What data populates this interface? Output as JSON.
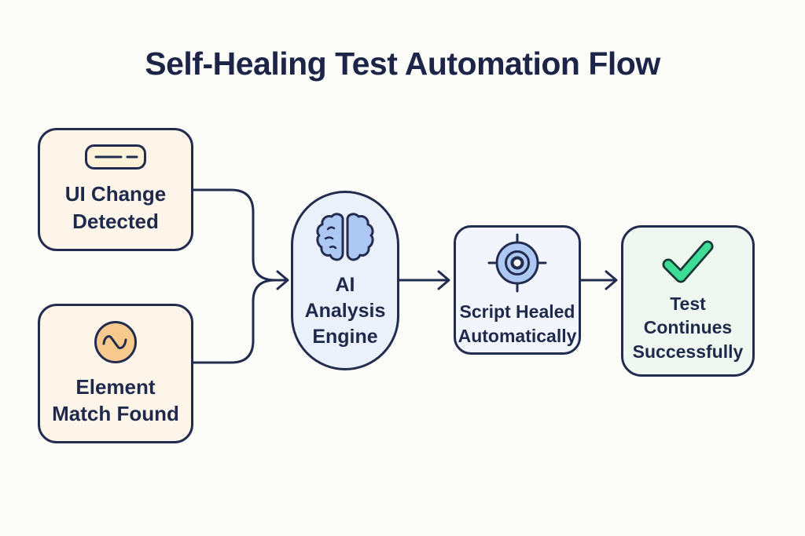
{
  "title": "Self-Healing Test Automation Flow",
  "diagram_type": "flowchart",
  "colors": {
    "background": "#FBFBF8",
    "outline": "#232C4E",
    "title_text": "#1C2547",
    "node_text": "#1F294B",
    "cream_node_fill": "#FDF5E9",
    "input_icon_fill": "#FBF2D7",
    "waveform_icon_fill": "#F7C98D",
    "pill_node_fill": "#EBF1FA",
    "brain_icon_fill": "#ADC8F3",
    "target_icon_fill": "#ADC8F3",
    "script_node_fill": "#F2F5FB",
    "success_node_fill": "#EFF7F1",
    "check_green": "#3DDC97"
  },
  "nodes": [
    {
      "id": "ui-change",
      "label": "UI Change\nDetected",
      "icon": "input-field-icon",
      "shape": "rounded-rect",
      "fill": "#FDF5E9"
    },
    {
      "id": "element-match",
      "label": "Element\nMatch Found",
      "icon": "waveform-icon",
      "shape": "rounded-rect",
      "fill": "#FDF5E9"
    },
    {
      "id": "ai-engine",
      "label": "AI\nAnalysis\nEngine",
      "icon": "brain-icon",
      "shape": "pill",
      "fill": "#EBF1FA"
    },
    {
      "id": "script-healed",
      "label": "Script Healed\nAutomatically",
      "icon": "target-icon",
      "shape": "rounded-rect",
      "fill": "#F2F5FB"
    },
    {
      "id": "test-continues",
      "label": "Test\nContinues\nSuccessfully",
      "icon": "check-icon",
      "shape": "rounded-rect",
      "fill": "#EFF7F1"
    }
  ],
  "connections": [
    {
      "from": "ui-change",
      "to": "ai-engine",
      "style": "elbow-merge-arrow"
    },
    {
      "from": "element-match",
      "to": "ai-engine",
      "style": "elbow-merge-arrow"
    },
    {
      "from": "ai-engine",
      "to": "script-healed",
      "style": "straight-arrow"
    },
    {
      "from": "script-healed",
      "to": "test-continues",
      "style": "straight-arrow"
    }
  ]
}
